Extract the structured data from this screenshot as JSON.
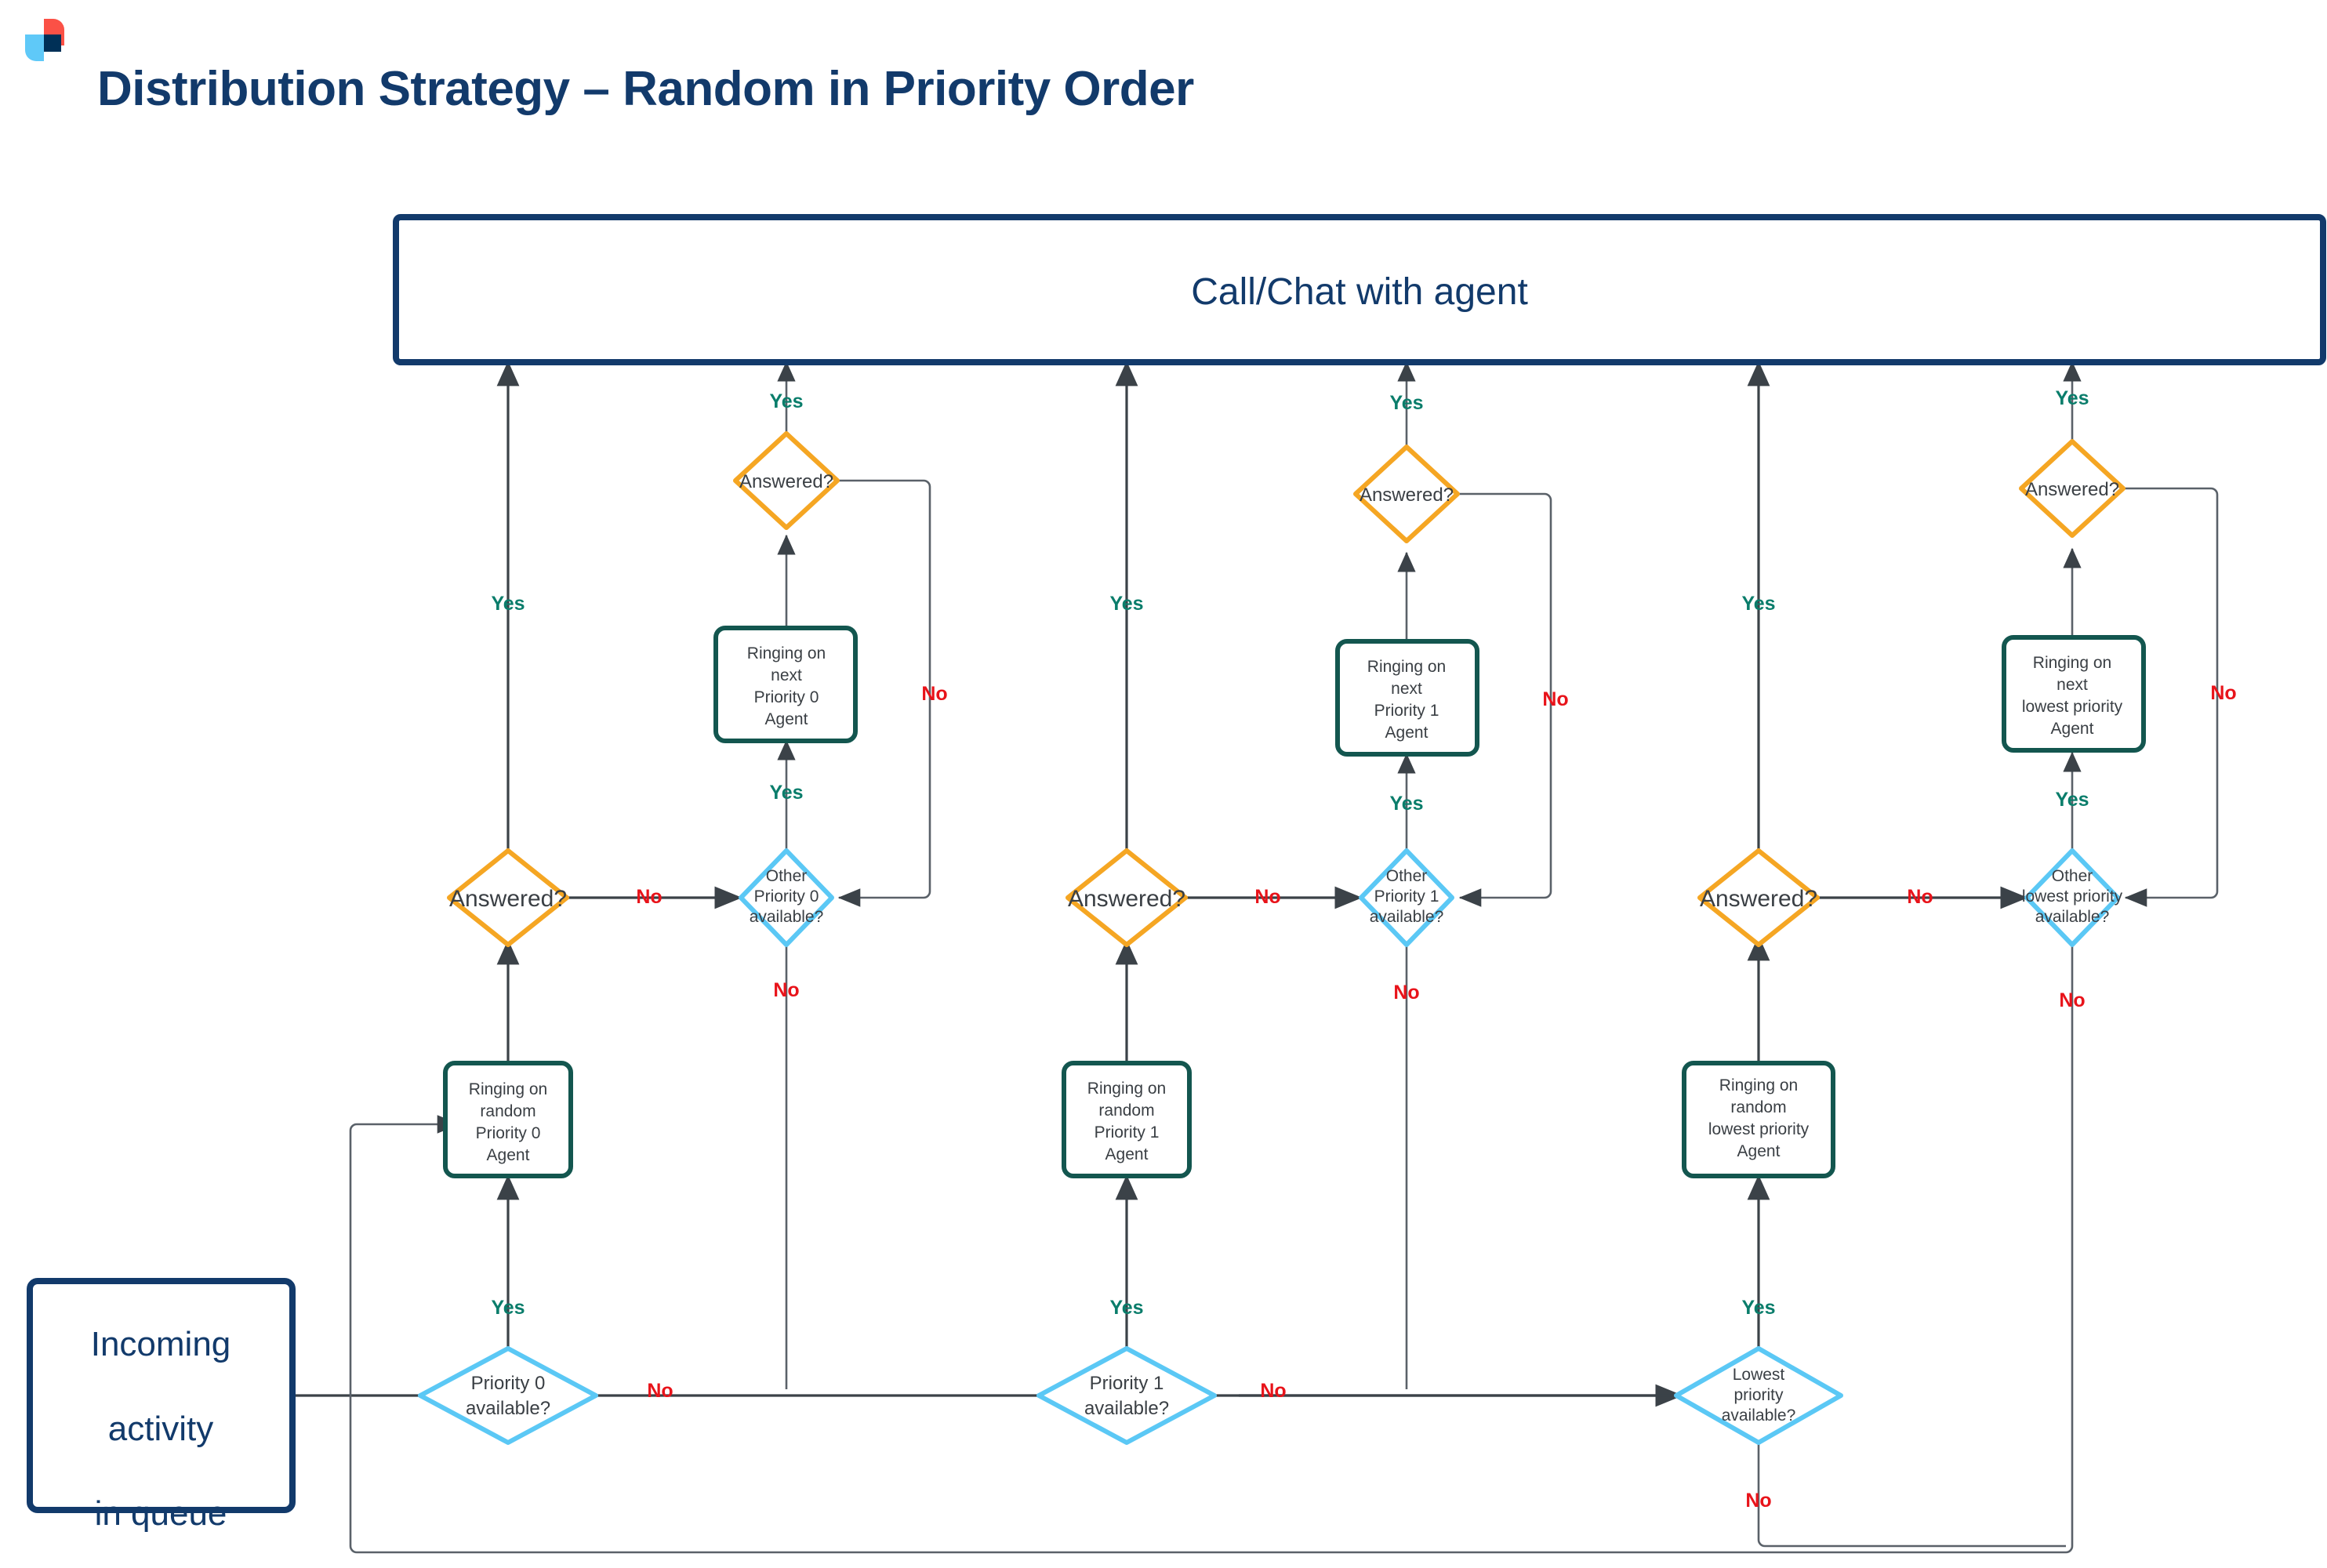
{
  "header": {
    "title": "Distribution Strategy – Random in Priority Order",
    "logo_name": "eight-by-eight-logo",
    "logo_colors": {
      "red": "#fb5146",
      "light_blue": "#5fc9f8",
      "navy": "#003057"
    }
  },
  "colors": {
    "title": "#123a6b",
    "terminal_border": "#123a6b",
    "decision_orange": "#f5a623",
    "decision_blue": "#5bc8f5",
    "process_teal": "#13564f",
    "edge": "#3b4248",
    "yes_label": "#0a7d6b",
    "no_label": "#e8131a"
  },
  "diagram": {
    "type": "flowchart",
    "top_terminal": {
      "label": "Call/Chat with agent",
      "shape": "rectangle"
    },
    "start_terminal": {
      "label": "Incoming\nactivity\nin queue",
      "lines": [
        "Incoming",
        "activity",
        "in queue"
      ],
      "shape": "rectangle"
    },
    "edge_labels": {
      "yes": "Yes",
      "no": "No"
    },
    "groups": [
      {
        "id": "priority-0",
        "entry_decision": {
          "lines": [
            "Priority 0",
            "available?"
          ],
          "shape": "diamond"
        },
        "random_process": {
          "lines": [
            "Ringing on",
            "random",
            "Priority 0",
            "Agent"
          ],
          "shape": "process"
        },
        "answered_decision": {
          "label": "Answered?",
          "shape": "diamond"
        },
        "other_decision": {
          "lines": [
            "Other",
            "Priority 0",
            "available?"
          ],
          "shape": "diamond"
        },
        "next_process": {
          "lines": [
            "Ringing on",
            "next",
            "Priority 0",
            "Agent"
          ],
          "shape": "process"
        },
        "answered_decision_2": {
          "label": "Answered?",
          "shape": "diamond"
        }
      },
      {
        "id": "priority-1",
        "entry_decision": {
          "lines": [
            "Priority 1",
            "available?"
          ],
          "shape": "diamond"
        },
        "random_process": {
          "lines": [
            "Ringing on",
            "random",
            "Priority 1",
            "Agent"
          ],
          "shape": "process"
        },
        "answered_decision": {
          "label": "Answered?",
          "shape": "diamond"
        },
        "other_decision": {
          "lines": [
            "Other",
            "Priority 1",
            "available?"
          ],
          "shape": "diamond"
        },
        "next_process": {
          "lines": [
            "Ringing on",
            "next",
            "Priority 1",
            "Agent"
          ],
          "shape": "process"
        },
        "answered_decision_2": {
          "label": "Answered?",
          "shape": "diamond"
        }
      },
      {
        "id": "lowest-priority",
        "entry_decision": {
          "lines": [
            "Lowest",
            "priority",
            "available?"
          ],
          "shape": "diamond"
        },
        "random_process": {
          "lines": [
            "Ringing on",
            "random",
            "lowest priority",
            "Agent"
          ],
          "shape": "process"
        },
        "answered_decision": {
          "label": "Answered?",
          "shape": "diamond"
        },
        "other_decision": {
          "lines": [
            "Other",
            "lowest priority",
            "available?"
          ],
          "shape": "diamond"
        },
        "next_process": {
          "lines": [
            "Ringing on",
            "next",
            "lowest priority",
            "Agent"
          ],
          "shape": "process"
        },
        "answered_decision_2": {
          "label": "Answered?",
          "shape": "diamond"
        }
      }
    ]
  }
}
